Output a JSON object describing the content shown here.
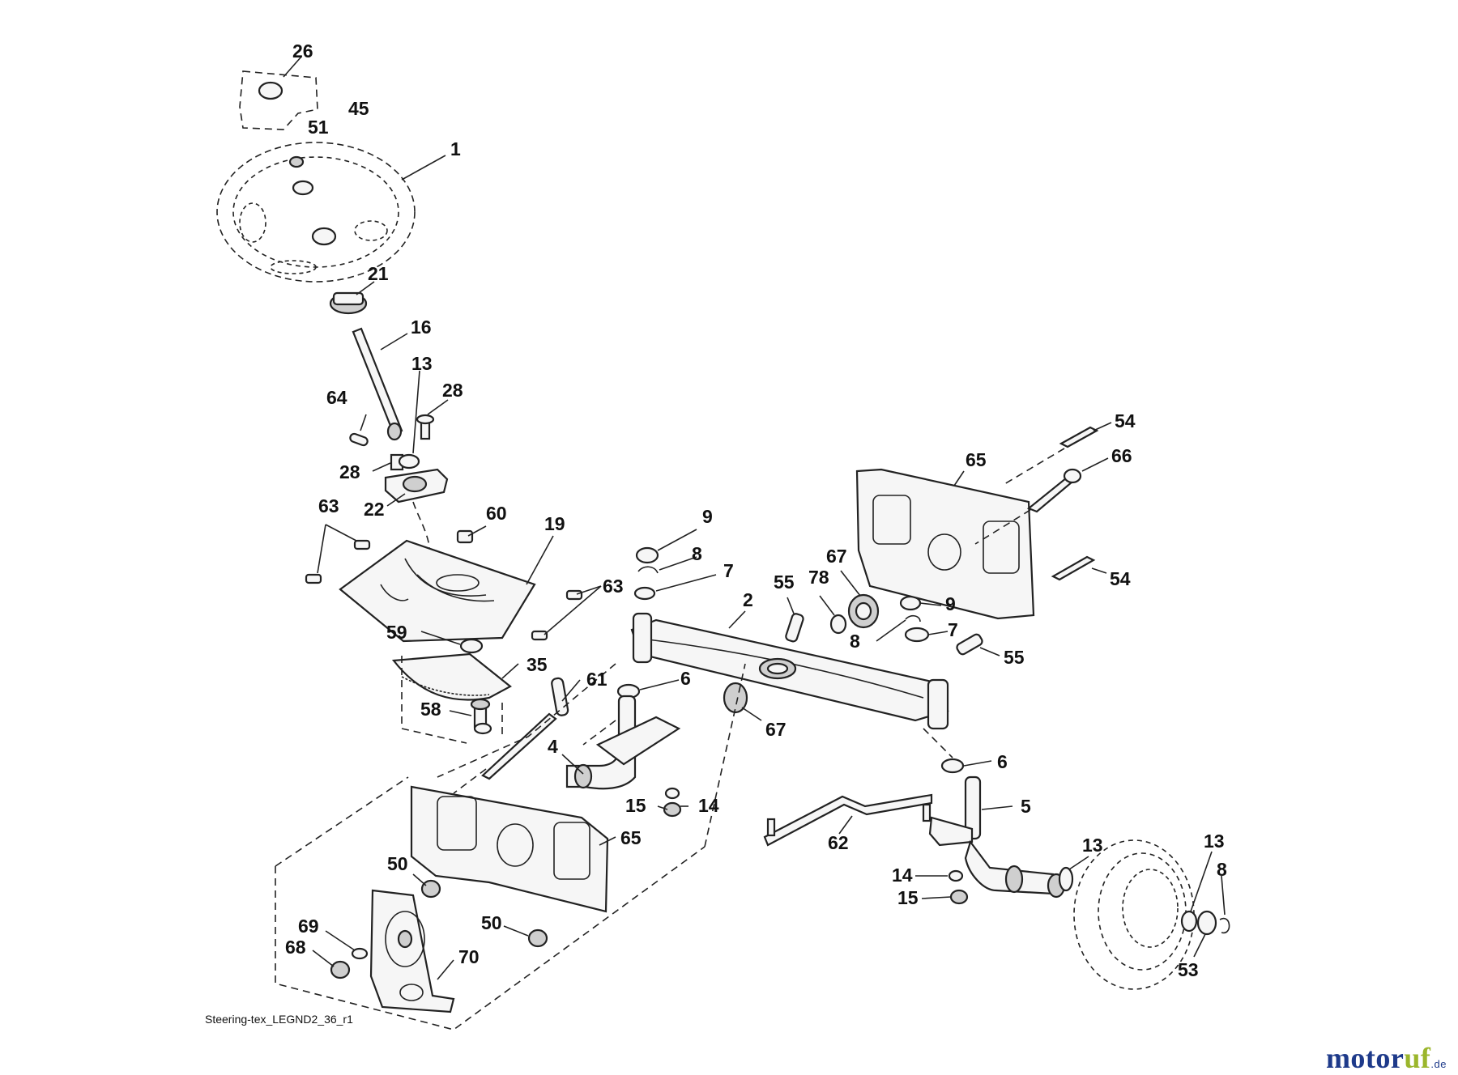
{
  "diagram": {
    "caption": "Steering-tex_LEGND2_36_r1",
    "callouts": [
      "26",
      "45",
      "51",
      "1",
      "21",
      "16",
      "13",
      "28",
      "64",
      "28",
      "22",
      "60",
      "63",
      "19",
      "63",
      "59",
      "35",
      "58",
      "61",
      "9",
      "8",
      "7",
      "2",
      "55",
      "78",
      "67",
      "9",
      "8",
      "7",
      "55",
      "65",
      "54",
      "66",
      "54",
      "6",
      "67",
      "4",
      "15",
      "14",
      "65",
      "50",
      "50",
      "69",
      "68",
      "70",
      "6",
      "5",
      "62",
      "13",
      "13",
      "8",
      "14",
      "15",
      "53"
    ]
  },
  "branding": {
    "logo_main": "motor",
    "logo_accent": "uf",
    "logo_suffix": ".de",
    "colors": {
      "blue": "#1e3a8a",
      "green": "#9bb62c"
    }
  }
}
